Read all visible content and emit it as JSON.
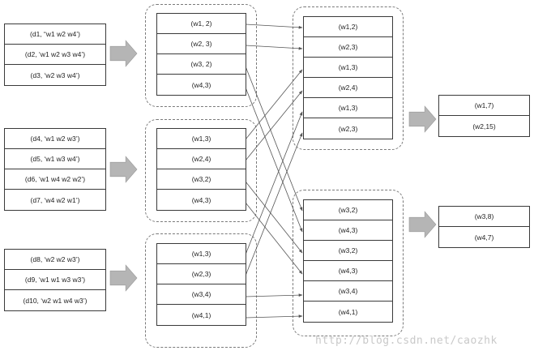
{
  "docs": {
    "group1": [
      "(d1, “w1 w2 w4’)",
      "(d2, ‘w1 w2 w3 w4’)",
      "(d3, ‘w2 w3 w4’)"
    ],
    "group2": [
      "(d4, ‘w1 w2 w3’)",
      "(d5, ‘w1 w3 w4’)",
      "(d6, ‘w1 w4 w2 w2’)",
      "(d7, ‘w4 w2 w1’)"
    ],
    "group3": [
      "(d8, ‘w2 w2 w3’)",
      "(d9, ‘w1 w1 w3 w3’)",
      "(d10, ‘w2 w1 w4 w3’)"
    ]
  },
  "map_outputs": {
    "group1": [
      "(w1, 2)",
      "(w2, 3)",
      "(w3, 2)",
      "(w4,3)"
    ],
    "group2": [
      "(w1,3)",
      "(w2,4)",
      "(w3,2)",
      "(w4,3)"
    ],
    "group3": [
      "(w1,3)",
      "(w2,3)",
      "(w3,4)",
      "(w4,1)"
    ]
  },
  "shuffled": {
    "upper": [
      "(w1,2)",
      "(w2,3)",
      "(w1,3)",
      "(w2,4)",
      "(w1,3)",
      "(w2,3)"
    ],
    "lower": [
      "(w3,2)",
      "(w4,3)",
      "(w3,2)",
      "(w4,3)",
      "(w3,4)",
      "(w4,1)"
    ]
  },
  "reduced": {
    "upper": [
      "(w1,7)",
      "(w2,15)"
    ],
    "lower": [
      "(w3,8)",
      "(w4,7)"
    ]
  },
  "watermark": "http://blog.csdn.net/caozhk",
  "colors": {
    "arrow_fill": "#b5b5b5",
    "line": "#555555",
    "border": "#3a3a3a"
  }
}
